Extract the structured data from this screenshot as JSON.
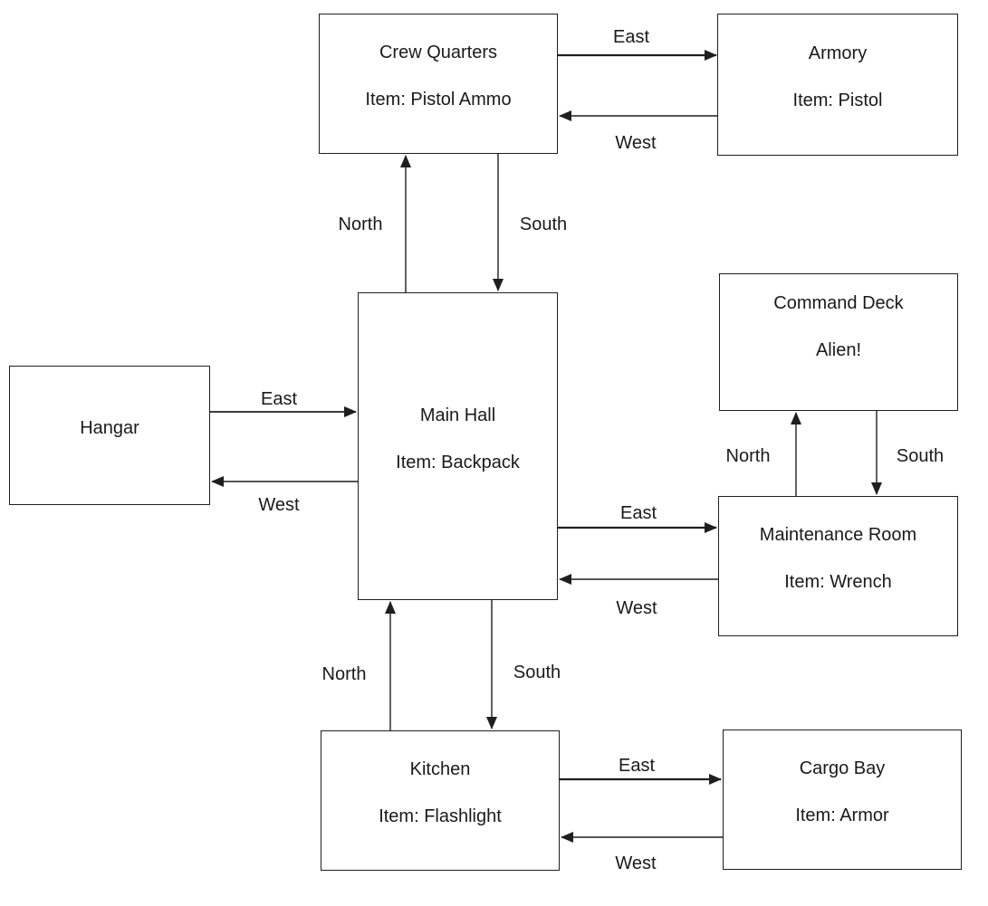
{
  "diagram": {
    "kind": "room-map",
    "background": "#ffffff"
  },
  "colors": {
    "line": "#1f1f1f",
    "text": "#1a1a1a",
    "box_fill": "#ffffff"
  },
  "rooms": [
    {
      "id": "crew-quarters",
      "name": "Crew Quarters",
      "item_label": "Item: Pistol Ammo"
    },
    {
      "id": "armory",
      "name": "Armory",
      "item_label": "Item: Pistol"
    },
    {
      "id": "main-hall",
      "name": "Main Hall",
      "item_label": "Item: Backpack"
    },
    {
      "id": "hangar",
      "name": "Hangar"
    },
    {
      "id": "command-deck",
      "name": "Command Deck",
      "item_label": "Alien!"
    },
    {
      "id": "maintenance-room",
      "name": "Maintenance Room",
      "item_label": "Item: Wrench"
    },
    {
      "id": "kitchen",
      "name": "Kitchen",
      "item_label": "Item: Flashlight"
    },
    {
      "id": "cargo-bay",
      "name": "Cargo Bay",
      "item_label": "Item: Armor"
    }
  ],
  "edges": [
    {
      "from": "Crew Quarters",
      "to": "Armory",
      "label": "East"
    },
    {
      "from": "Armory",
      "to": "Crew Quarters",
      "label": "West"
    },
    {
      "from": "Main Hall",
      "to": "Crew Quarters",
      "label": "North"
    },
    {
      "from": "Crew Quarters",
      "to": "Main Hall",
      "label": "South"
    },
    {
      "from": "Hangar",
      "to": "Main Hall",
      "label": "East"
    },
    {
      "from": "Main Hall",
      "to": "Hangar",
      "label": "West"
    },
    {
      "from": "Main Hall",
      "to": "Maintenance Room",
      "label": "East"
    },
    {
      "from": "Maintenance Room",
      "to": "Main Hall",
      "label": "West"
    },
    {
      "from": "Maintenance Room",
      "to": "Command Deck",
      "label": "North"
    },
    {
      "from": "Command Deck",
      "to": "Maintenance Room",
      "label": "South"
    },
    {
      "from": "Kitchen",
      "to": "Main Hall",
      "label": "North"
    },
    {
      "from": "Main Hall",
      "to": "Kitchen",
      "label": "South"
    },
    {
      "from": "Kitchen",
      "to": "Cargo Bay",
      "label": "East"
    },
    {
      "from": "Cargo Bay",
      "to": "Kitchen",
      "label": "West"
    }
  ]
}
